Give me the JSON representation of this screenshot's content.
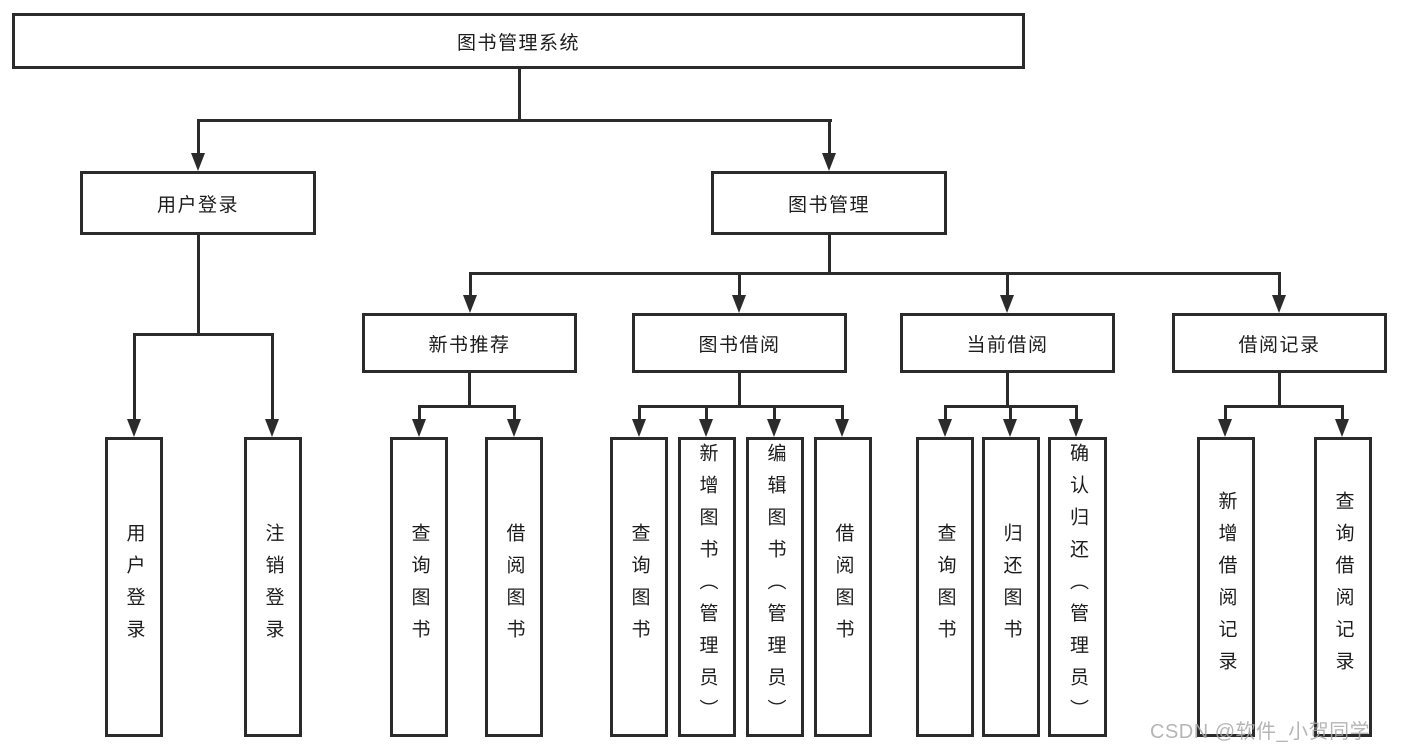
{
  "diagram": {
    "root": {
      "label": "图书管理系统"
    },
    "branches": [
      {
        "label": "用户登录",
        "children": [
          {
            "label": "用户登录"
          },
          {
            "label": "注销登录"
          }
        ]
      },
      {
        "label": "图书管理",
        "sections": [
          {
            "label": "新书推荐",
            "children": [
              {
                "label": "查询图书"
              },
              {
                "label": "借阅图书"
              }
            ]
          },
          {
            "label": "图书借阅",
            "children": [
              {
                "label": "查询图书"
              },
              {
                "label": "新增图书（管理员）"
              },
              {
                "label": "编辑图书（管理员）"
              },
              {
                "label": "借阅图书"
              }
            ]
          },
          {
            "label": "当前借阅",
            "children": [
              {
                "label": "查询图书"
              },
              {
                "label": "归还图书"
              },
              {
                "label": "确认归还（管理员）"
              }
            ]
          },
          {
            "label": "借阅记录",
            "children": [
              {
                "label": "新增借阅记录"
              },
              {
                "label": "查询借阅记录"
              }
            ]
          }
        ]
      }
    ]
  },
  "watermark": {
    "text": "CSDN @软件_小贺同学"
  },
  "colors": {
    "line": "#2b2b2b",
    "box_border": "#2b2b2b",
    "box_fill": "#ffffff",
    "text": "#1c1c1c",
    "watermark": "#a9a9a9",
    "background": "#ffffff"
  }
}
